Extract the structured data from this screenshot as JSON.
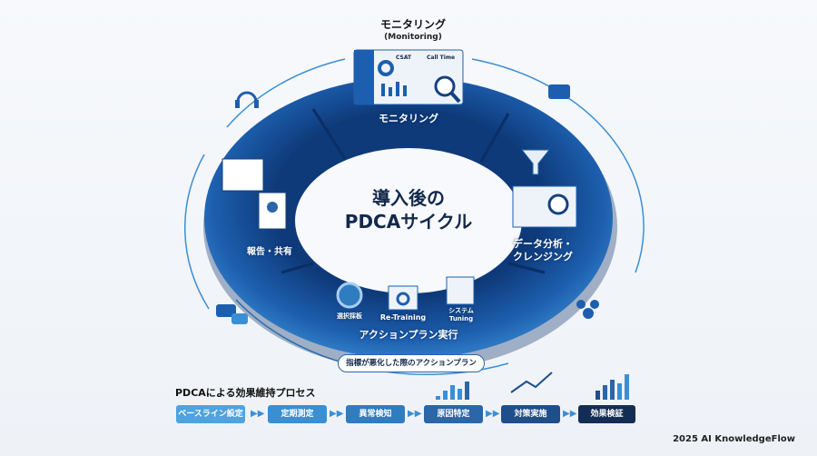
{
  "monitoring": {
    "title": "モニタリング",
    "subtitle": "(Monitoring)",
    "ring_label": "モニタリング",
    "dashboard": {
      "card1": "CSAT",
      "card2": "Call Time"
    }
  },
  "center": {
    "line1": "導入後の",
    "line2": "PDCAサイクル"
  },
  "analysis": {
    "line1": "データ分析・",
    "line2": "クレンジング"
  },
  "report": {
    "label": "報告・共有"
  },
  "action": {
    "label": "アクションプラン実行",
    "left": "選択採板",
    "middle": "Re-Training",
    "right_line1": "システム",
    "right_line2": "Tuning"
  },
  "callout": "指標が悪化した際のアクションプラン",
  "process": {
    "title": "PDCAによる効果維持プロセス",
    "steps": [
      "ベースライン設定",
      "定期測定",
      "異常検知",
      "原因特定",
      "対策実施",
      "効果検証"
    ],
    "step_colors": [
      "#4fa3df",
      "#3a8fd2",
      "#2f7cc1",
      "#2a66a8",
      "#1f4e8a",
      "#142d55"
    ]
  },
  "footer": "2025 AI KnowledgeFlow",
  "colors": {
    "ring": "#1d5fae",
    "ring_dark": "#0e3a7a",
    "accent": "#3b8fd6"
  }
}
